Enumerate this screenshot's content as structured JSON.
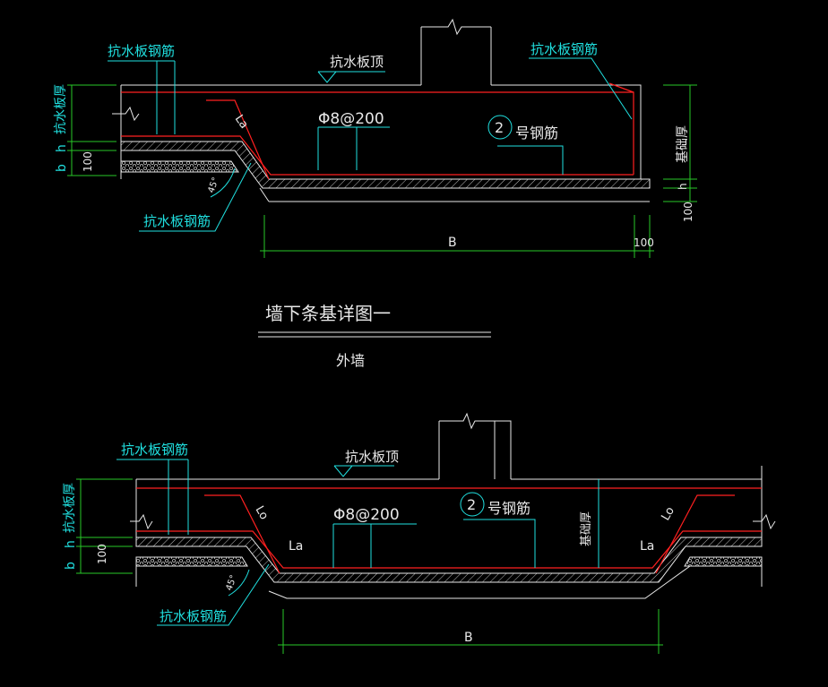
{
  "top_detail": {
    "waterproof_rebar_label": "抗水板钢筋",
    "slab_top_label": "抗水板顶",
    "slab_thickness_label": "抗水板厚",
    "spacing_label": "Φ8@200",
    "rebar_no": "2",
    "rebar_no_suffix": "号钢筋",
    "la_label": "La",
    "foundation_thickness_label": "基础厚",
    "dim_h": "h",
    "dim_b": "b",
    "dim_100_left": "100",
    "dim_100_right_vertical": "100",
    "dim_h_right": "h",
    "dim_B": "B",
    "dim_100_bottom": "100",
    "angle": "45°",
    "bottom_rebar_label": "抗水板钢筋"
  },
  "title_block": {
    "title": "墙下条基详图一",
    "subtitle": "外墙"
  },
  "bottom_detail": {
    "waterproof_rebar_label": "抗水板钢筋",
    "slab_top_label": "抗水板顶",
    "slab_thickness_label": "抗水板厚",
    "spacing_label": "Φ8@200",
    "rebar_no": "2",
    "rebar_no_suffix": "号钢筋",
    "lo_left": "Lo",
    "la_left": "La",
    "lo_right": "Lo",
    "la_right": "La",
    "foundation_thickness_label": "基础厚",
    "dim_h": "h",
    "dim_b": "b",
    "dim_100_left": "100",
    "dim_B": "B",
    "angle": "45°",
    "bottom_rebar_label": "抗水板钢筋"
  },
  "colors": {
    "background": "#000000",
    "outline": "#e8e8e8",
    "annotation": "#20e0e0",
    "rebar": "#ff2020",
    "dimension": "#28c828"
  }
}
